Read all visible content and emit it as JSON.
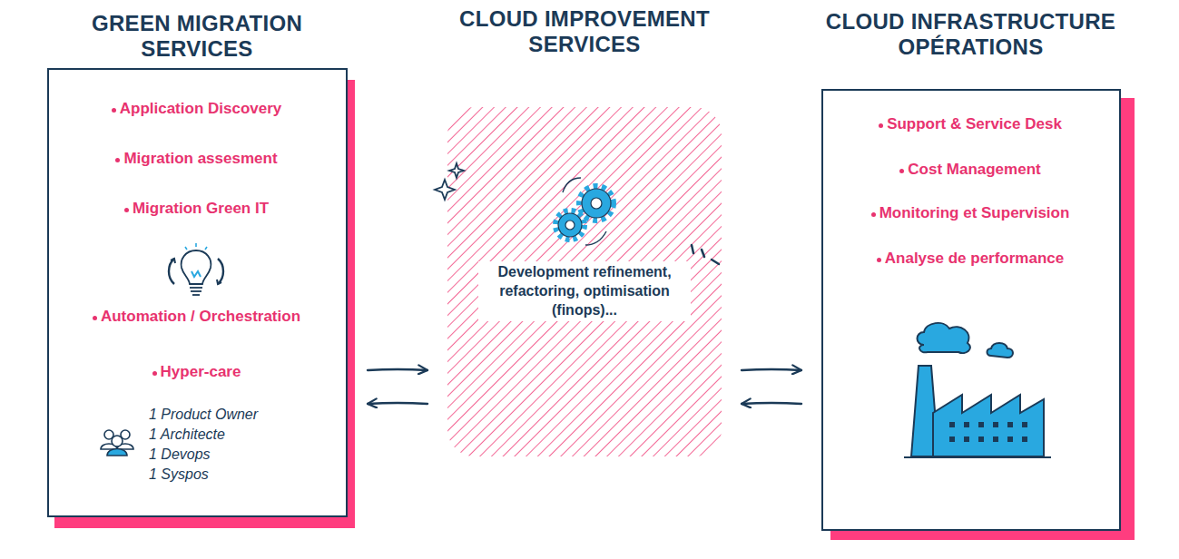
{
  "diagram": {
    "nodes": [
      {
        "text": [
          "GREEN MIGRATION SERVICES",
          "Application Discovery",
          "Migration assesment",
          "Migration Green IT",
          "Automation / Orchestration",
          "Hyper-care",
          "1 Product Owner",
          "1 Architecte",
          "1 Devops",
          "1 Syspos"
        ]
      },
      {
        "text": [
          "CLOUD IMPROVEMENT SERVICES",
          "Development refinement, refactoring, optimisation (finops)..."
        ]
      },
      {
        "text": [
          "CLOUD INFRASTRUCTURE OPÉRATIONS",
          "Support & Service Desk",
          "Cost Management",
          "Monitoring et Supervision",
          "Analyse de performance"
        ]
      }
    ],
    "edges": [
      {
        "from": 0,
        "to": 1,
        "arrow": "to"
      },
      {
        "from": 1,
        "to": 0,
        "arrow": "to"
      },
      {
        "from": 1,
        "to": 2,
        "arrow": "to"
      },
      {
        "from": 2,
        "to": 1,
        "arrow": "to"
      }
    ]
  }
}
